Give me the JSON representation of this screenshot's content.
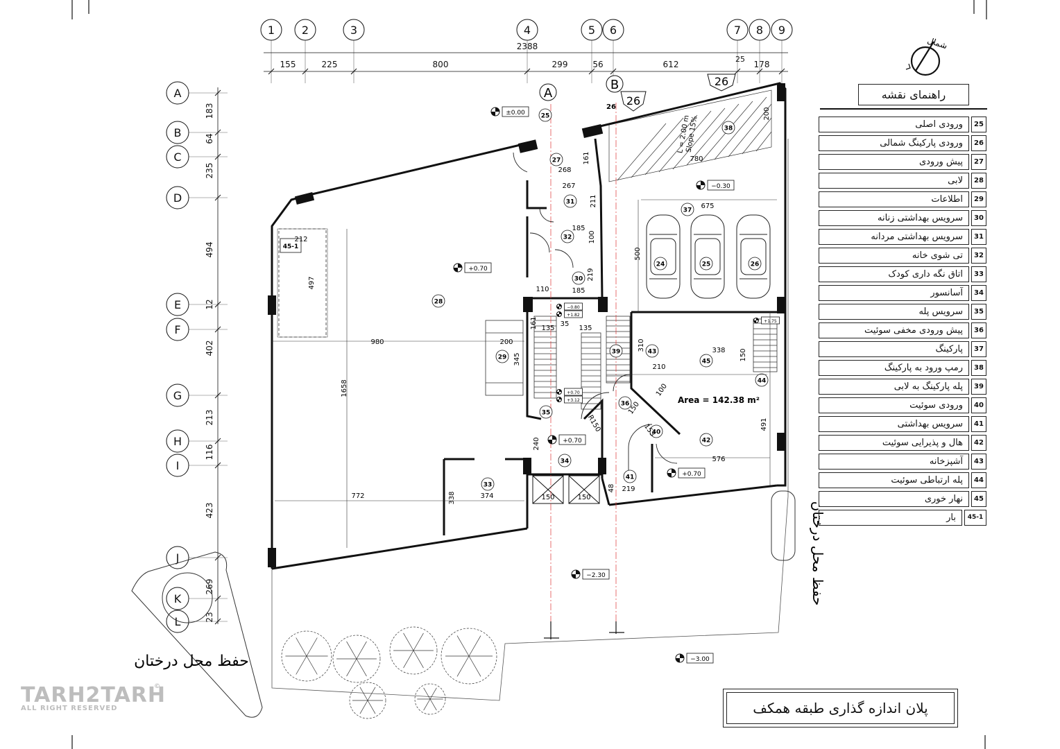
{
  "grid_columns": [
    {
      "label": "1"
    },
    {
      "label": "2"
    },
    {
      "label": "3"
    },
    {
      "label": "4"
    },
    {
      "label": "5"
    },
    {
      "label": "6"
    },
    {
      "label": "7"
    },
    {
      "label": "8"
    },
    {
      "label": "9"
    }
  ],
  "grid_rows": [
    {
      "label": "A"
    },
    {
      "label": "B"
    },
    {
      "label": "C"
    },
    {
      "label": "D"
    },
    {
      "label": "E"
    },
    {
      "label": "F"
    },
    {
      "label": "G"
    },
    {
      "label": "H"
    },
    {
      "label": "I"
    },
    {
      "label": "J"
    },
    {
      "label": "K"
    },
    {
      "label": "L"
    }
  ],
  "dims_top": {
    "overall": "2388",
    "segments": [
      "155",
      "225",
      "800",
      "299",
      "56",
      "612",
      "178"
    ],
    "extra": "25"
  },
  "dims_left": [
    "183",
    "64",
    "235",
    "494",
    "12",
    "402",
    "213",
    "116",
    "423",
    "269",
    "23"
  ],
  "sections": [
    {
      "letter": "A",
      "number": "25"
    },
    {
      "letter": "B",
      "number": "26"
    },
    {
      "letter": "",
      "number": "26"
    }
  ],
  "levels": [
    "±0.00",
    "+0.70",
    "−0.30",
    "−0.80",
    "+1.82",
    "+0.70",
    "+3.12",
    "+0.70",
    "+0.70",
    "+1.75",
    "−2.30",
    "−3.00"
  ],
  "room_tags": [
    "25",
    "27",
    "31",
    "32",
    "30",
    "28",
    "29",
    "35",
    "34",
    "33",
    "38",
    "37",
    "24",
    "25",
    "26",
    "39",
    "36",
    "40",
    "41",
    "43",
    "45",
    "44",
    "42",
    "45-1"
  ],
  "inner_dims": [
    "268",
    "267",
    "161",
    "211",
    "185",
    "100",
    "219",
    "110",
    "185",
    "161",
    "135",
    "35",
    "135",
    "200",
    "345",
    "980",
    "1658",
    "212",
    "497",
    "240",
    "338",
    "374",
    "772",
    "150",
    "150",
    "48",
    "219",
    "R150",
    "153",
    "150",
    "310",
    "210",
    "100",
    "338",
    "150",
    "491",
    "576",
    "500",
    "675",
    "780",
    "200",
    "L = 2.00 m",
    "Slope 15%"
  ],
  "area_label": "Area = 142.38 m²",
  "north_label": "شمال",
  "legend": {
    "title": "راهنمای نقشه",
    "items": [
      {
        "num": "25",
        "label": "ورودی اصلی"
      },
      {
        "num": "26",
        "label": "ورودی پارکینگ شمالی"
      },
      {
        "num": "27",
        "label": "پیش ورودی"
      },
      {
        "num": "28",
        "label": "لابی"
      },
      {
        "num": "29",
        "label": "اطلاعات"
      },
      {
        "num": "30",
        "label": "سرویس بهداشتی زنانه"
      },
      {
        "num": "31",
        "label": "سرویس بهداشتی مردانه"
      },
      {
        "num": "32",
        "label": "تی شوی خانه"
      },
      {
        "num": "33",
        "label": "اتاق نگه داری کودک"
      },
      {
        "num": "34",
        "label": "آسانسور"
      },
      {
        "num": "35",
        "label": "سرویس پله"
      },
      {
        "num": "36",
        "label": "پیش ورودی مخفی سوئیت"
      },
      {
        "num": "37",
        "label": "پارکینگ"
      },
      {
        "num": "38",
        "label": "رمپ ورود به پارکینگ"
      },
      {
        "num": "39",
        "label": "پله پارکینگ به لابی"
      },
      {
        "num": "40",
        "label": "ورودی سوئیت"
      },
      {
        "num": "41",
        "label": "سرویس بهداشتی"
      },
      {
        "num": "42",
        "label": "هال و پذیرایی سوئیت"
      },
      {
        "num": "43",
        "label": "آشپزخانه"
      },
      {
        "num": "44",
        "label": "پله ارتباطی سوئیت"
      },
      {
        "num": "45",
        "label": "نهار خوری"
      },
      {
        "num": "45-1",
        "label": "بار"
      }
    ]
  },
  "tree_notes": [
    "حفظ محل درختان",
    "حفظ محل درختان"
  ],
  "plan_title": "پلان اندازه گذاری طبقه همکف",
  "watermark": {
    "main": "TARH2TARH",
    "sub": "ALL RIGHT RESERVED",
    "mark": "©"
  }
}
